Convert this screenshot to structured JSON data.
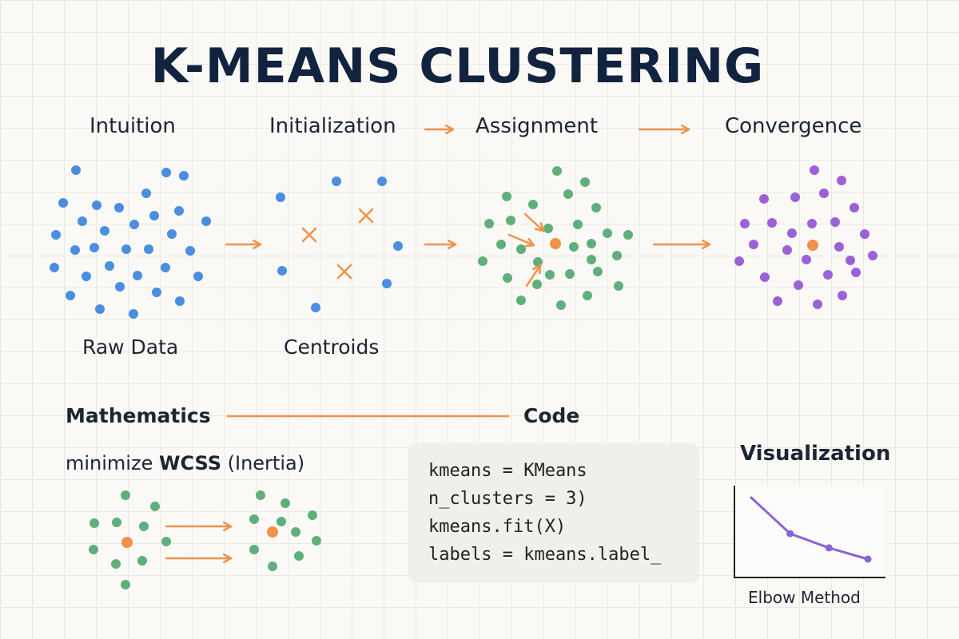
{
  "title": "K-MEANS CLUSTERING",
  "stages": [
    {
      "label": "Intuition",
      "caption": "Raw Data"
    },
    {
      "label": "Initialization",
      "caption": "Centroids"
    },
    {
      "label": "Assignment",
      "caption": ""
    },
    {
      "label": "Convergence",
      "caption": ""
    }
  ],
  "mathematics": {
    "label": "Mathematics",
    "formula_prefix": "minimize ",
    "formula_bold": "WCSS",
    "formula_suffix": " (Inertia)"
  },
  "code": {
    "label": "Code",
    "lines": [
      "kmeans = KMeans",
      "n_clusters = 3)",
      "kmeans.fit(X)",
      "labels = kmeans.label_"
    ]
  },
  "visualization": {
    "label": "Visualization",
    "caption": "Elbow Method",
    "chart_data": {
      "type": "line",
      "x": [
        1,
        2,
        3,
        4
      ],
      "values": [
        100,
        52,
        33,
        18
      ],
      "title": "",
      "xlabel": "",
      "ylabel": ""
    }
  },
  "colors": {
    "raw_points": "#4a8ee0",
    "assigned_points": "#5faf7d",
    "converged_points": "#9b62d8",
    "centroid": "#f0924a",
    "arrow": "#f0924a",
    "title": "#12233f",
    "elbow_line": "#8a64d6"
  }
}
